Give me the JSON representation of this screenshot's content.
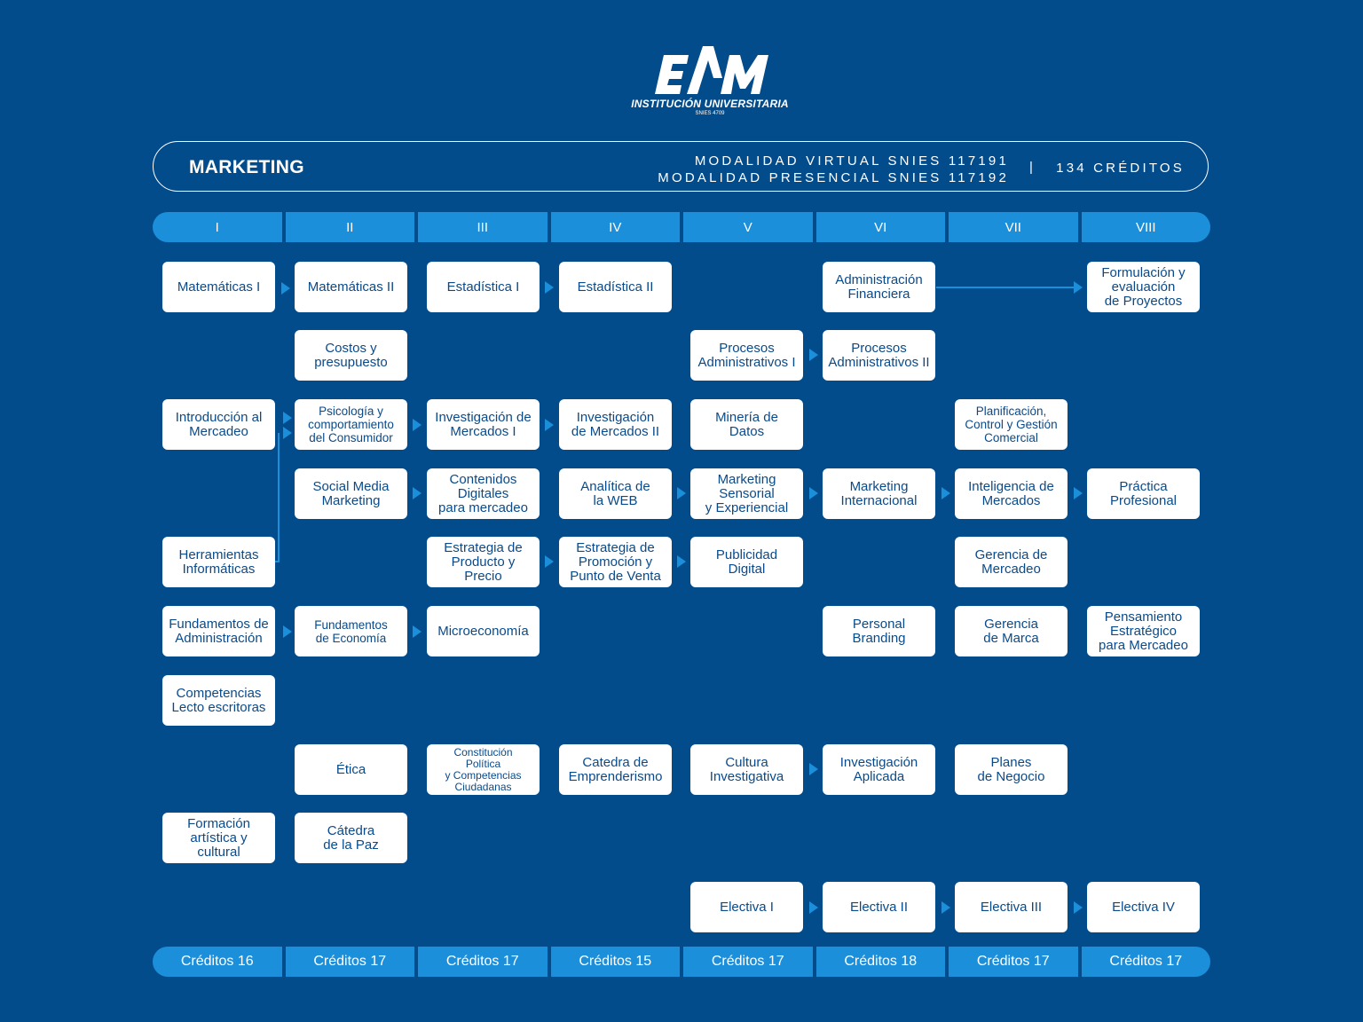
{
  "logo": {
    "wordmark": "EAM",
    "subtitle": "INSTITUCIÓN UNIVERSITARIA",
    "snies": "SNIES 4709"
  },
  "header": {
    "program": "MARKETING",
    "modality_virtual": "MODALIDAD VIRTUAL SNIES 117191",
    "modality_presencial": "MODALIDAD PRESENCIAL SNIES 117192",
    "separator": "|",
    "total_credits": "134 CRÉDITOS"
  },
  "semesters": [
    "I",
    "II",
    "III",
    "IV",
    "V",
    "VI",
    "VII",
    "VIII"
  ],
  "credits": [
    "Créditos 16",
    "Créditos 17",
    "Créditos 17",
    "Créditos 15",
    "Créditos 17",
    "Créditos 18",
    "Créditos 17",
    "Créditos 17"
  ],
  "courses": [
    {
      "id": "mat1",
      "label": "Matemáticas I"
    },
    {
      "id": "mat2",
      "label": "Matemáticas II"
    },
    {
      "id": "est1",
      "label": "Estadística I"
    },
    {
      "id": "est2",
      "label": "Estadística II"
    },
    {
      "id": "admfin",
      "label": "Administración\nFinanciera"
    },
    {
      "id": "formeval",
      "label": "Formulación y\nevaluación\nde Proyectos"
    },
    {
      "id": "costos",
      "label": "Costos y\npresupuesto"
    },
    {
      "id": "procadm1",
      "label": "Procesos\nAdministrativos I"
    },
    {
      "id": "procadm2",
      "label": "Procesos\nAdministrativos II"
    },
    {
      "id": "intromerc",
      "label": "Introducción al\nMercadeo"
    },
    {
      "id": "psico",
      "label": "Psicología y\ncomportamiento\ndel Consumidor"
    },
    {
      "id": "invmerc1",
      "label": "Investigación de\nMercados I"
    },
    {
      "id": "invmerc2",
      "label": "Investigación\nde Mercados II"
    },
    {
      "id": "mineria",
      "label": "Minería de\nDatos"
    },
    {
      "id": "planif",
      "label": "Planificación,\nControl y Gestión\nComercial"
    },
    {
      "id": "socialmedia",
      "label": "Social Media\nMarketing"
    },
    {
      "id": "contenidos",
      "label": "Contenidos\nDigitales\npara mercadeo"
    },
    {
      "id": "analitica",
      "label": "Analítica de\nla WEB"
    },
    {
      "id": "mksens",
      "label": "Marketing\nSensorial\ny Experiencial"
    },
    {
      "id": "mkint",
      "label": "Marketing\nInternacional"
    },
    {
      "id": "intelmerc",
      "label": "Inteligencia de\nMercados"
    },
    {
      "id": "practica",
      "label": "Práctica\nProfesional"
    },
    {
      "id": "herram",
      "label": "Herramientas\nInformáticas"
    },
    {
      "id": "estprod",
      "label": "Estrategia de\nProducto y\nPrecio"
    },
    {
      "id": "estprom",
      "label": "Estrategia de\nPromoción y\nPunto de Venta"
    },
    {
      "id": "pubdig",
      "label": "Publicidad\nDigital"
    },
    {
      "id": "gerencmerc",
      "label": "Gerencia de\nMercadeo"
    },
    {
      "id": "fundadm",
      "label": "Fundamentos de\nAdministración"
    },
    {
      "id": "fundeco",
      "label": "Fundamentos\nde Economía"
    },
    {
      "id": "microeco",
      "label": "Microeconomía"
    },
    {
      "id": "persbrand",
      "label": "Personal\nBranding"
    },
    {
      "id": "gerenmarca",
      "label": "Gerencia\nde Marca"
    },
    {
      "id": "pensest",
      "label": "Pensamiento\nEstratégico\npara Mercadeo"
    },
    {
      "id": "lecto",
      "label": "Competencias\nLecto escritoras"
    },
    {
      "id": "etica",
      "label": "Ética"
    },
    {
      "id": "constit",
      "label": "Constitución\nPolítica\ny Competencias\nCiudadanas"
    },
    {
      "id": "emprend",
      "label": "Catedra de\nEmprenderismo"
    },
    {
      "id": "cultinv",
      "label": "Cultura\nInvestigativa"
    },
    {
      "id": "invapl",
      "label": "Investigación\nAplicada"
    },
    {
      "id": "planes",
      "label": "Planes\nde Negocio"
    },
    {
      "id": "formart",
      "label": "Formación\nartística y\ncultural"
    },
    {
      "id": "catpaz",
      "label": "Cátedra\nde la Paz"
    },
    {
      "id": "elect1",
      "label": "Electiva I"
    },
    {
      "id": "elect2",
      "label": "Electiva II"
    },
    {
      "id": "elect3",
      "label": "Electiva III"
    },
    {
      "id": "elect4",
      "label": "Electiva IV"
    }
  ]
}
